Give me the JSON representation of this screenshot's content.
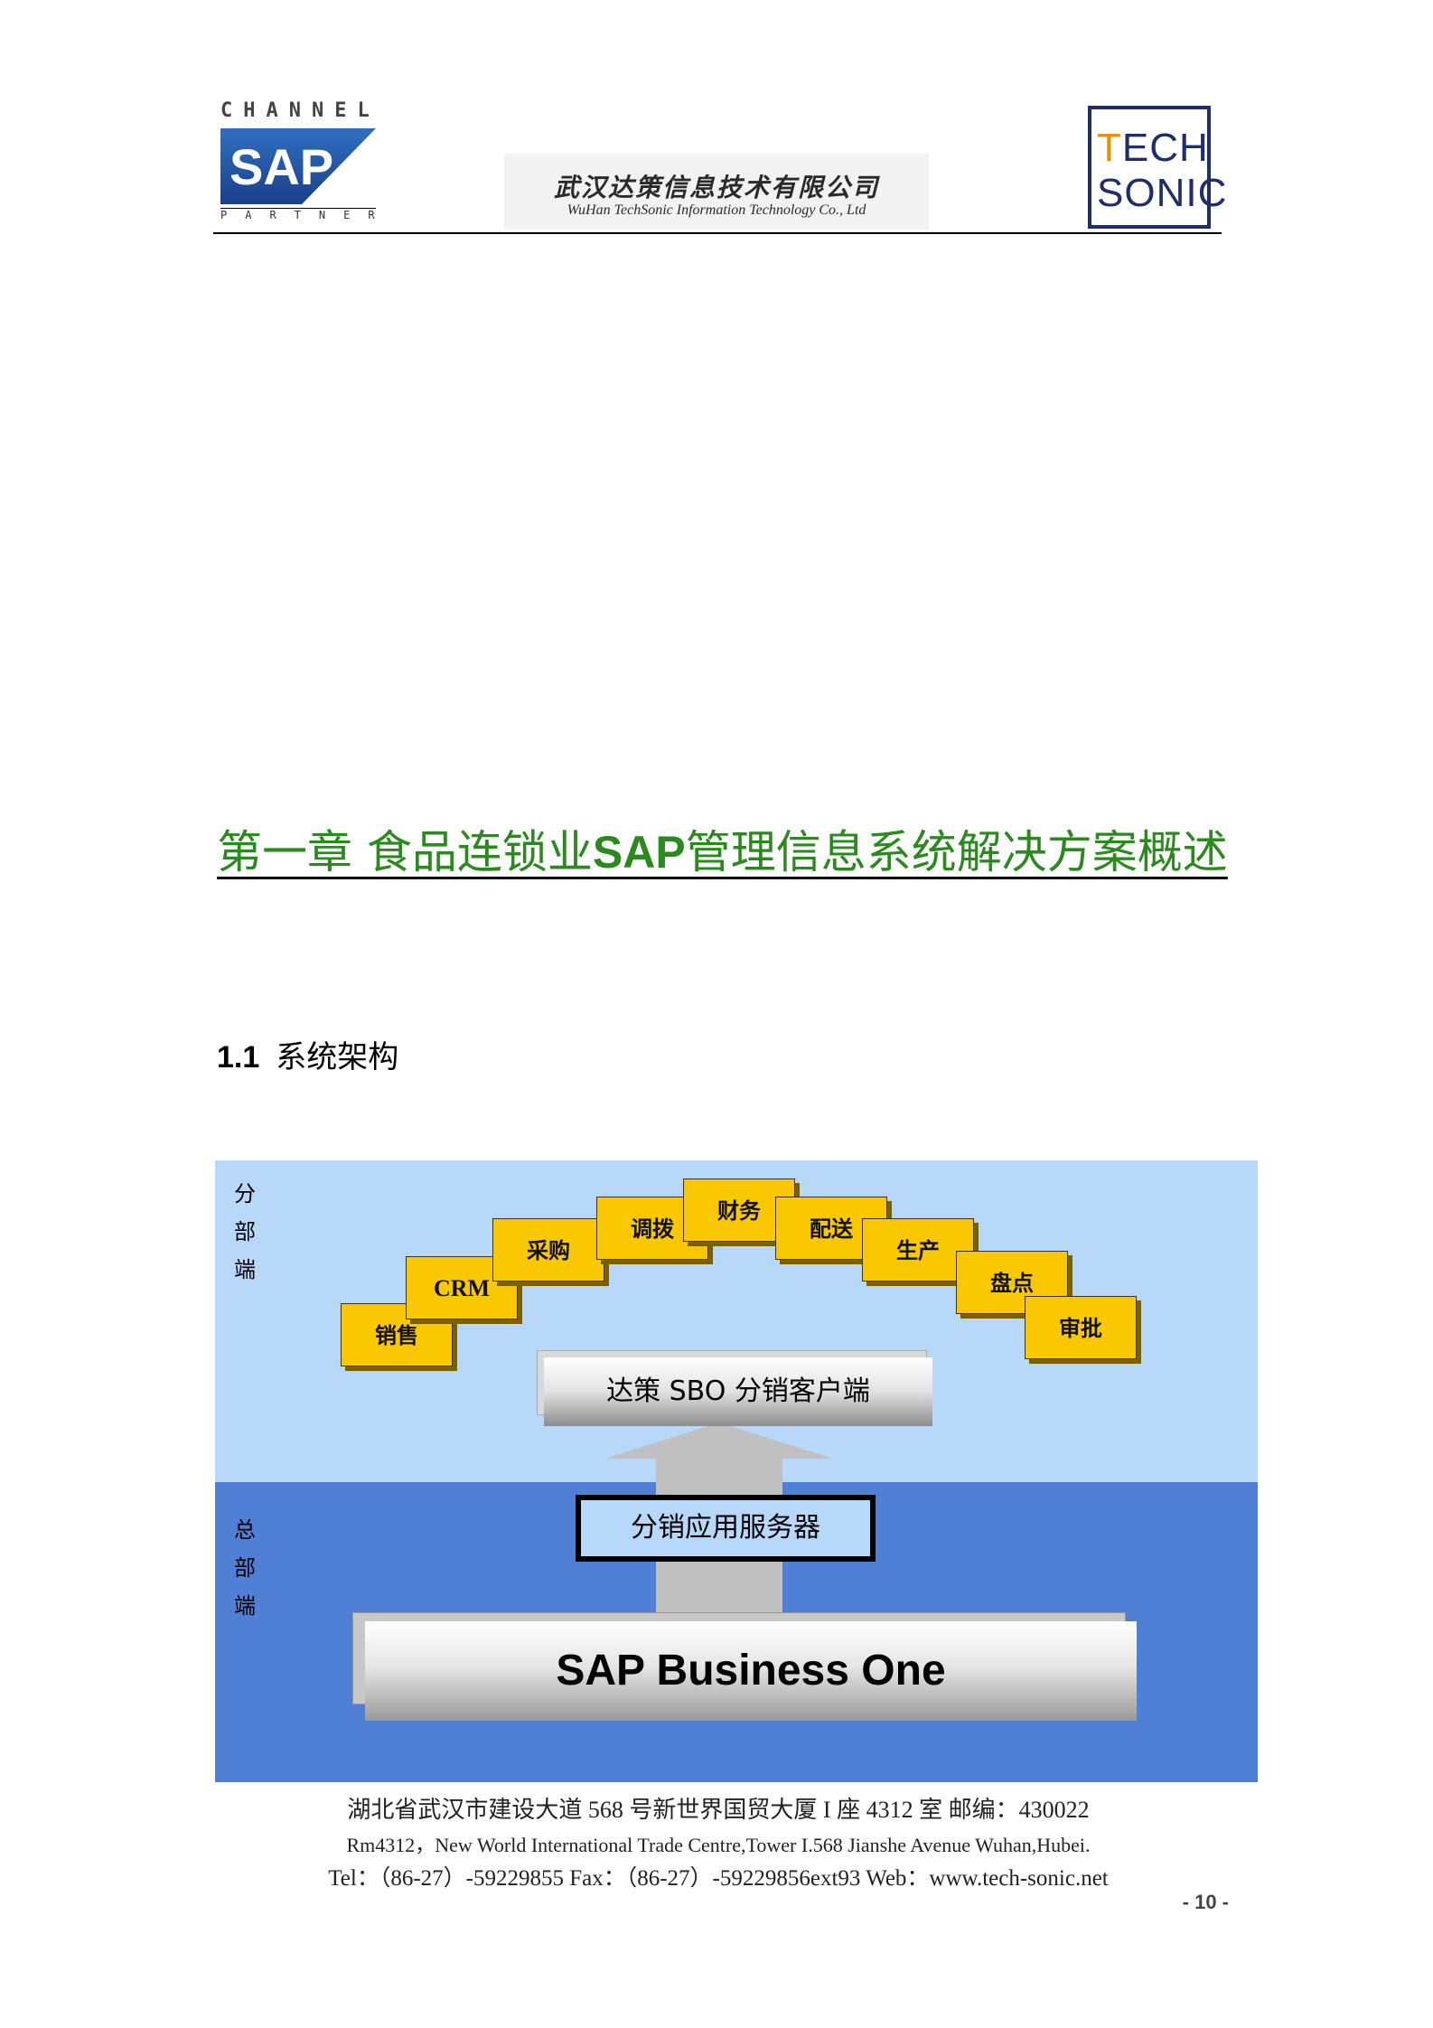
{
  "header": {
    "sap_logo": {
      "top_text": "CHANNEL",
      "main_text": "SAP",
      "bottom_text": "PARTNER"
    },
    "company_name_cn": "武汉达策信息技术有限公司",
    "company_name_en": "WuHan TechSonic Information Technology Co., Ltd",
    "tech_logo": {
      "line1_first": "T",
      "line1_rest": "ECH",
      "line2": "SONIC"
    },
    "colors": {
      "logo_blue": "#1e2d6e",
      "logo_orange": "#f08a00"
    }
  },
  "chapter": {
    "prefix": "第一章  食品连锁业",
    "bold": "SAP",
    "suffix": "管理信息系统解决方案概述",
    "color": "#2b8a1e"
  },
  "section": {
    "number": "1.1",
    "title": "系统架构"
  },
  "diagram": {
    "branch_label": "分部端",
    "hq_label": "总部端",
    "modules": [
      "销售",
      "CRM",
      "采购",
      "调拨",
      "财务",
      "配送",
      "生产",
      "盘点",
      "审批"
    ],
    "client_label": "达策 SBO 分销客户端",
    "server_label": "分销应用服务器",
    "core_label": "SAP Business One",
    "colors": {
      "branch_bg": "#b8d8fa",
      "hq_bg": "#5080d6",
      "module": "#fac800"
    }
  },
  "footer": {
    "address_cn": "湖北省武汉市建设大道 568 号新世界国贸大厦 I 座 4312 室        邮编：430022",
    "address_en": "Rm4312，New World International Trade Centre,Tower I.568 Jianshe Avenue Wuhan,Hubei.",
    "contact": "Tel：（86-27）-59229855    Fax：（86-27）-59229856ext93 Web：www.tech-sonic.net",
    "page": "- 10 -"
  }
}
